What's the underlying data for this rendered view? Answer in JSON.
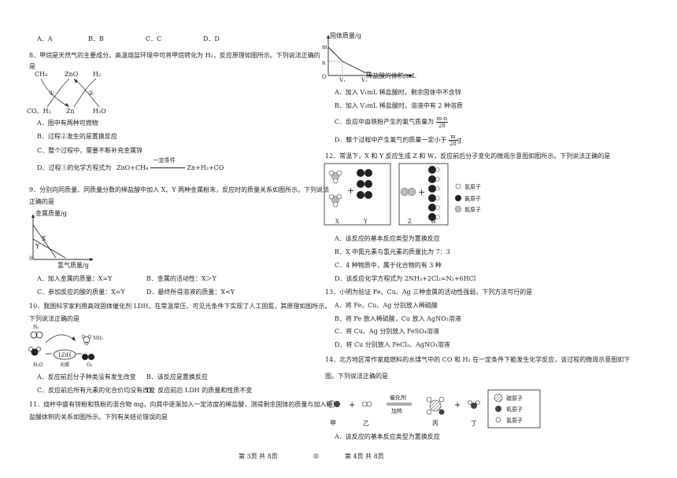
{
  "left": {
    "q7_options": [
      "A．A",
      "B．B",
      "C．C",
      "D．D"
    ],
    "q8": {
      "stem1": "8．甲烷是天然气的主要成分。高温熔盐环境中可将甲烷转化为 H₂，反应原理如图所示。下列说法正确的",
      "stem2": "是",
      "diagram": {
        "ch4": "CH₄",
        "zno": "ZnO",
        "h2": "H₂",
        "co_h2": "CO、H₂",
        "zn": "Zn",
        "h2o": "H₂O",
        "c1": "①",
        "c2": "②"
      },
      "optA": "A．图中有两种可燃物",
      "optB": "B．过程②发生的是置换反应",
      "optC": "C．整个过程中，需要不断补充金属锌",
      "optD_pre": "D．过程①的化学方程式为",
      "optD_left": "ZnO+CH₄",
      "optD_cond": "一定条件",
      "optD_right": "Zn+H₂+CO"
    },
    "q9": {
      "stem1": "9．分别向同质量、同质量分数的稀盐酸中加入 X、Y 两种金属粉末，反应时的质量关系如图所示。下列说法",
      "stem2": "正确的是",
      "plot": {
        "ylabel": "金属质量/g",
        "xlabel": "氢气质量/g",
        "x_label": "X",
        "y_label": "Y",
        "origin": "0"
      },
      "optA": "A．加入金属的质量：X=Y",
      "optB": "B．金属的活动性：X＞Y",
      "optC": "C．参加反应的酸的质量：X=Y",
      "optD": "D．最终所得溶液的质量：X<Y"
    },
    "q10": {
      "stem1": "10．我国科学家利用高效固体催化剂 LDH，在常温常压、可见光条件下实现了人工固氮，其原理如图所示。",
      "stem2": "下列说法正确的是",
      "diagram": {
        "n2": "N₂",
        "nh3": "NH₃",
        "h2o": "H₂O",
        "o2": "O₂",
        "ldh": "LDH",
        "light": "光照"
      },
      "optA": "A．反应前后分子种类没有发生改变",
      "optB": "B．该反应是置换反应",
      "optC": "C．反应前后所有元素的化合价均没有改变",
      "optD": "D．反应前后 LDH 的质量和性质不变"
    },
    "q11": {
      "stem1": "11．烧杯中盛有锌粉和铁粉的混合物 mg，向其中逐渐加入一定浓度的稀盐酸，测得剩余固体的质量与加入稀",
      "stem2": "盐酸体积的关系如图所示。下列有关结论错误的是"
    },
    "footer": "第 3页  共 8页"
  },
  "right": {
    "q11_plot": {
      "ylabel": "固体质量/g",
      "xlabel": "稀盐酸的体积/mL",
      "m": "m",
      "n": "n",
      "o": "O",
      "v1": "V₁",
      "v2": "V₂"
    },
    "q11_opts": {
      "A": "A．加入 V₁mL 稀盐酸时，剩余固体中不含锌",
      "B": "B．加入 V₂mL 稀盐酸时，溶液中有 2 种溶质",
      "C_pre": "C．反应中由铁粉产生的氢气质量为",
      "C_num": "m-n",
      "C_den": "28",
      "D_pre": "D．整个过程中产生氢气的质量一定小于",
      "D_num": "m",
      "D_den": "28",
      "unit_g": "g"
    },
    "q12": {
      "stem": "12．常温下，X 和 Y 反应生成 Z 和 W，反应前后分子变化的微观示意图如图所示。下列说法正确的是",
      "labels": {
        "x": "X",
        "y": "Y",
        "z": "Z",
        "w": "W",
        "plus": "+"
      },
      "legend": [
        "氢原子",
        "氯原子",
        "氮原子"
      ],
      "optA": "A．该反应的基本反应类型为置换反应",
      "optB": "B．X 中氮元素与氢元素的质量比为 7：3",
      "optC": "C．4 种物质中，属于化合物的有 3 种",
      "optD": "D．该反应化学方程式为 2NH₃+2Cl₂=N₂+6HCl"
    },
    "q13": {
      "stem": "13．小明为验证 Fe、Cu、Ag 三种金属的活动性强弱，下列方法可行的是",
      "optA": "A．将 Fe、Cu、Ag 分别放入稀硫酸",
      "optB": "B．将 Fe 放入稀硫酸，Cu 放入 AgNO₃溶液",
      "optC": "C．将 Cu、Ag 分别放入 FeSO₄溶液",
      "optD": "D．将 Cu 分别放入 FeCl₂、AgNO₃溶液"
    },
    "q14": {
      "stem1": "14．北方地区常作家庭燃料的水煤气中的 CO 和 H₂ 在一定条件下能发生化学反应，该过程的微观示意图如下",
      "stem2": "图。下列说法正确的是",
      "labels": {
        "jia": "甲",
        "yi": "乙",
        "bing": "丙",
        "ding": "丁",
        "cat": "催化剂",
        "heat": "加热",
        "plus": "+"
      },
      "legend": [
        "碳原子",
        "氧原子",
        "氢原子"
      ],
      "optA": "A．该反应的基本反应类型为置换反应"
    },
    "footer": "第 4页  共 8页"
  },
  "center_mark": "◎"
}
